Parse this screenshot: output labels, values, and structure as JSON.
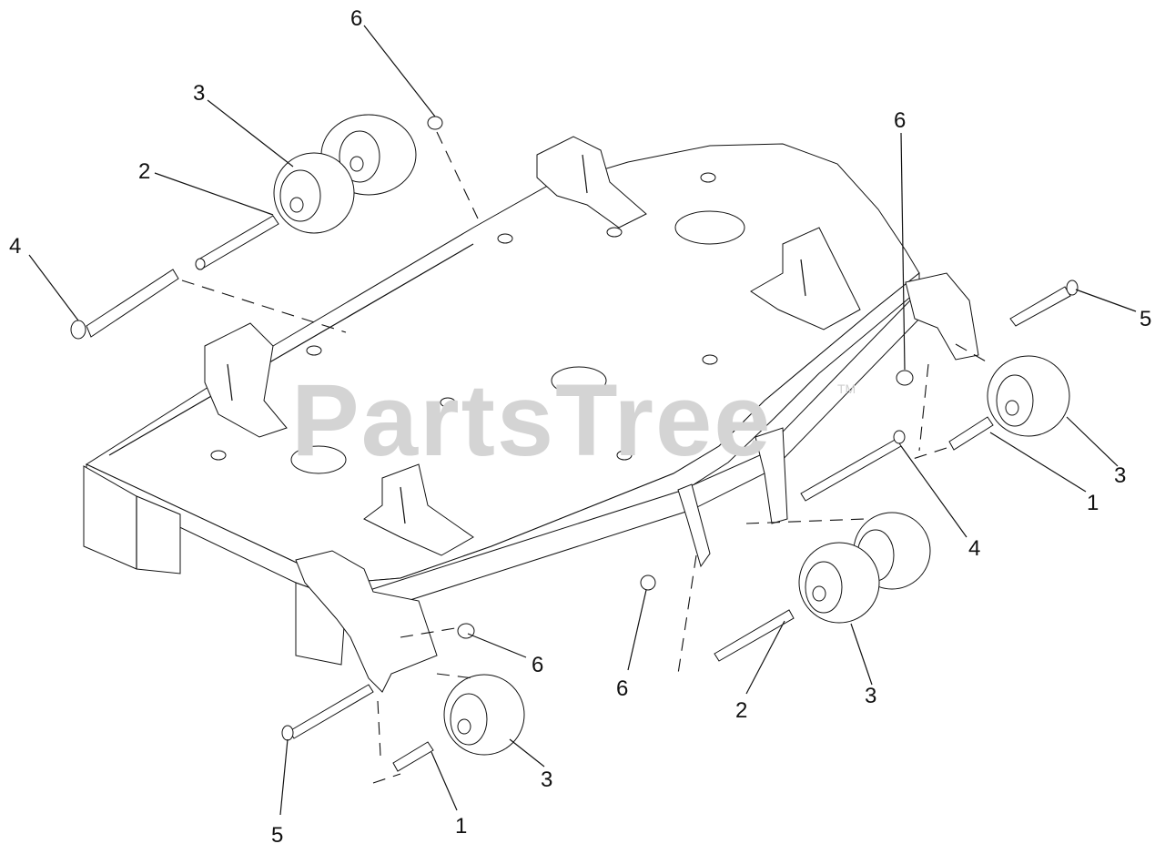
{
  "watermark": {
    "text": "PartsTree",
    "trademark": "TM"
  },
  "callouts": {
    "c1": "6",
    "c2": "3",
    "c3": "2",
    "c4": "4",
    "c5": "6",
    "c6": "5",
    "c7": "3",
    "c8": "1",
    "c9": "4",
    "c10": "6",
    "c11": "6",
    "c12": "3",
    "c13": "2",
    "c14": "5",
    "c15": "1",
    "c16": "3"
  }
}
